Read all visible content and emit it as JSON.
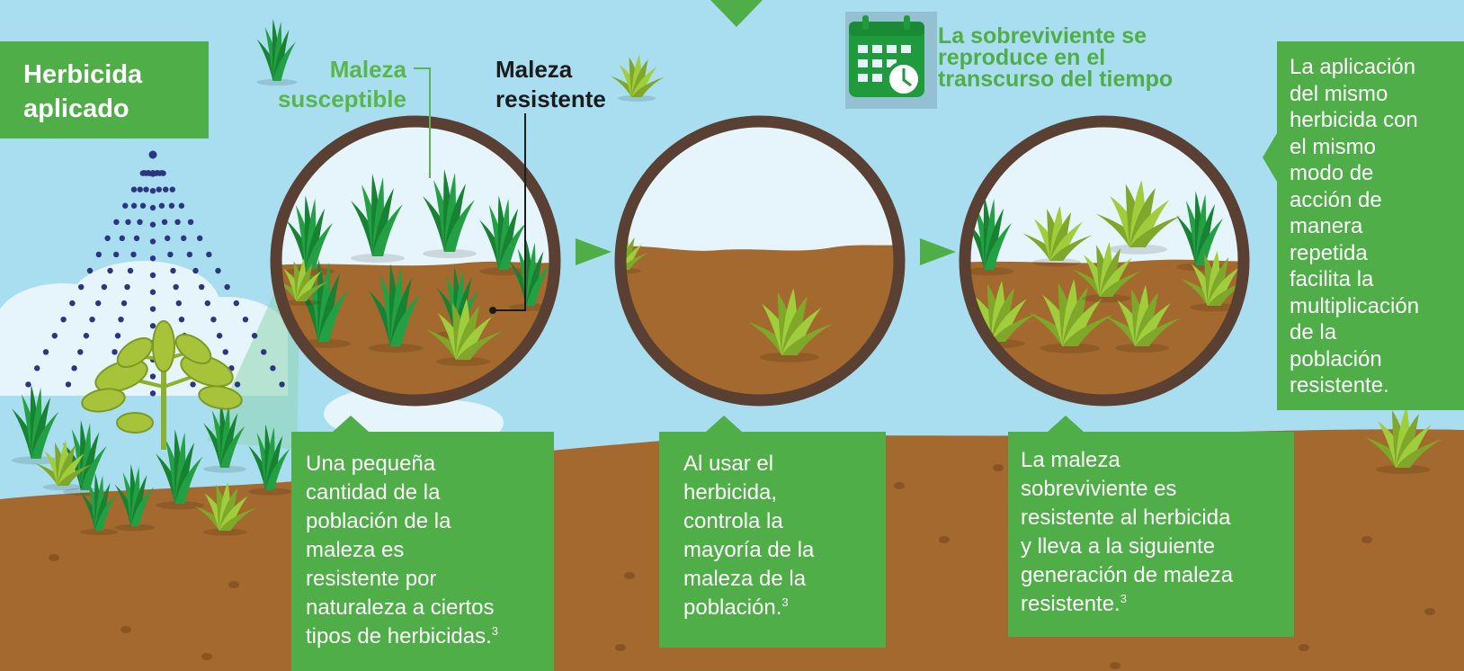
{
  "title_box": {
    "line1": "Herbicida",
    "line2": "aplicado"
  },
  "labels": {
    "susceptible_line1": "Maleza",
    "susceptible_line2": "susceptible",
    "resistant_line1": "Maleza",
    "resistant_line2": "resistente"
  },
  "reproduce": {
    "line1": "La sobreviviente se",
    "line2": "reproduce en el",
    "line3": "transcurso del tiempo"
  },
  "side_note": {
    "lines": [
      "La aplicación",
      "del mismo",
      "herbicida con",
      "el mismo",
      "modo de",
      "acción de",
      "manera",
      "repetida",
      "facilita la",
      "multiplicación",
      "de la",
      "población",
      "resistente."
    ]
  },
  "captions": {
    "step1": {
      "lines": [
        "Una pequeña",
        "cantidad de la",
        "población de la",
        "maleza es",
        "resistente por",
        "naturaleza a ciertos",
        "tipos de herbicidas."
      ],
      "ref": "3"
    },
    "step2": {
      "lines": [
        "Al usar el",
        "herbicida,",
        "controla la",
        "mayoría de la",
        "maleza de la",
        "población."
      ],
      "ref": "3"
    },
    "step3": {
      "lines": [
        "La maleza",
        "sobreviviente es",
        "resistente al herbicida",
        "y lleva a la siguiente",
        "generación de maleza",
        "resistente."
      ],
      "ref": "3"
    }
  },
  "icons": {
    "calendar": "calendar-clock-icon",
    "spray": "herbicide-spray-icon",
    "arrow": "arrow-right-icon"
  },
  "colors": {
    "sky": "#a9def0",
    "soil": "#a3692e",
    "soil_dark": "#8a5525",
    "ring": "#5a4033",
    "box_green": "#4fae47",
    "label_green": "#59b54e",
    "susceptible_weed": "#23a043",
    "resistant_weed": "#9fcd3c",
    "spray_dots": "#2c3580"
  }
}
